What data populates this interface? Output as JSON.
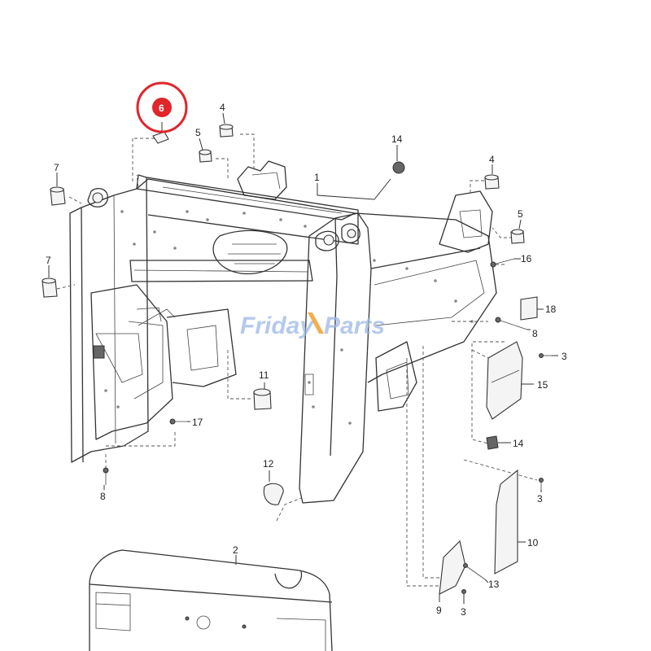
{
  "diagram": {
    "callouts": {
      "c1": "1",
      "c2": "2",
      "c3a": "3",
      "c3b": "3",
      "c3c": "3",
      "c4a": "4",
      "c4b": "4",
      "c5a": "5",
      "c5b": "5",
      "c6": "6",
      "c7a": "7",
      "c7b": "7",
      "c8a": "8",
      "c8b": "8",
      "c9": "9",
      "c10": "10",
      "c11": "11",
      "c12": "12",
      "c13": "13",
      "c14a": "14",
      "c14b": "14",
      "c15": "15",
      "c16": "16",
      "c17": "17",
      "c18": "18"
    },
    "highlight": {
      "callout": "6",
      "color": "#e0252b"
    },
    "watermark": {
      "part1": "Friday",
      "part2": "Parts",
      "color": "#9db7e6",
      "accent": "#f0a030"
    }
  }
}
